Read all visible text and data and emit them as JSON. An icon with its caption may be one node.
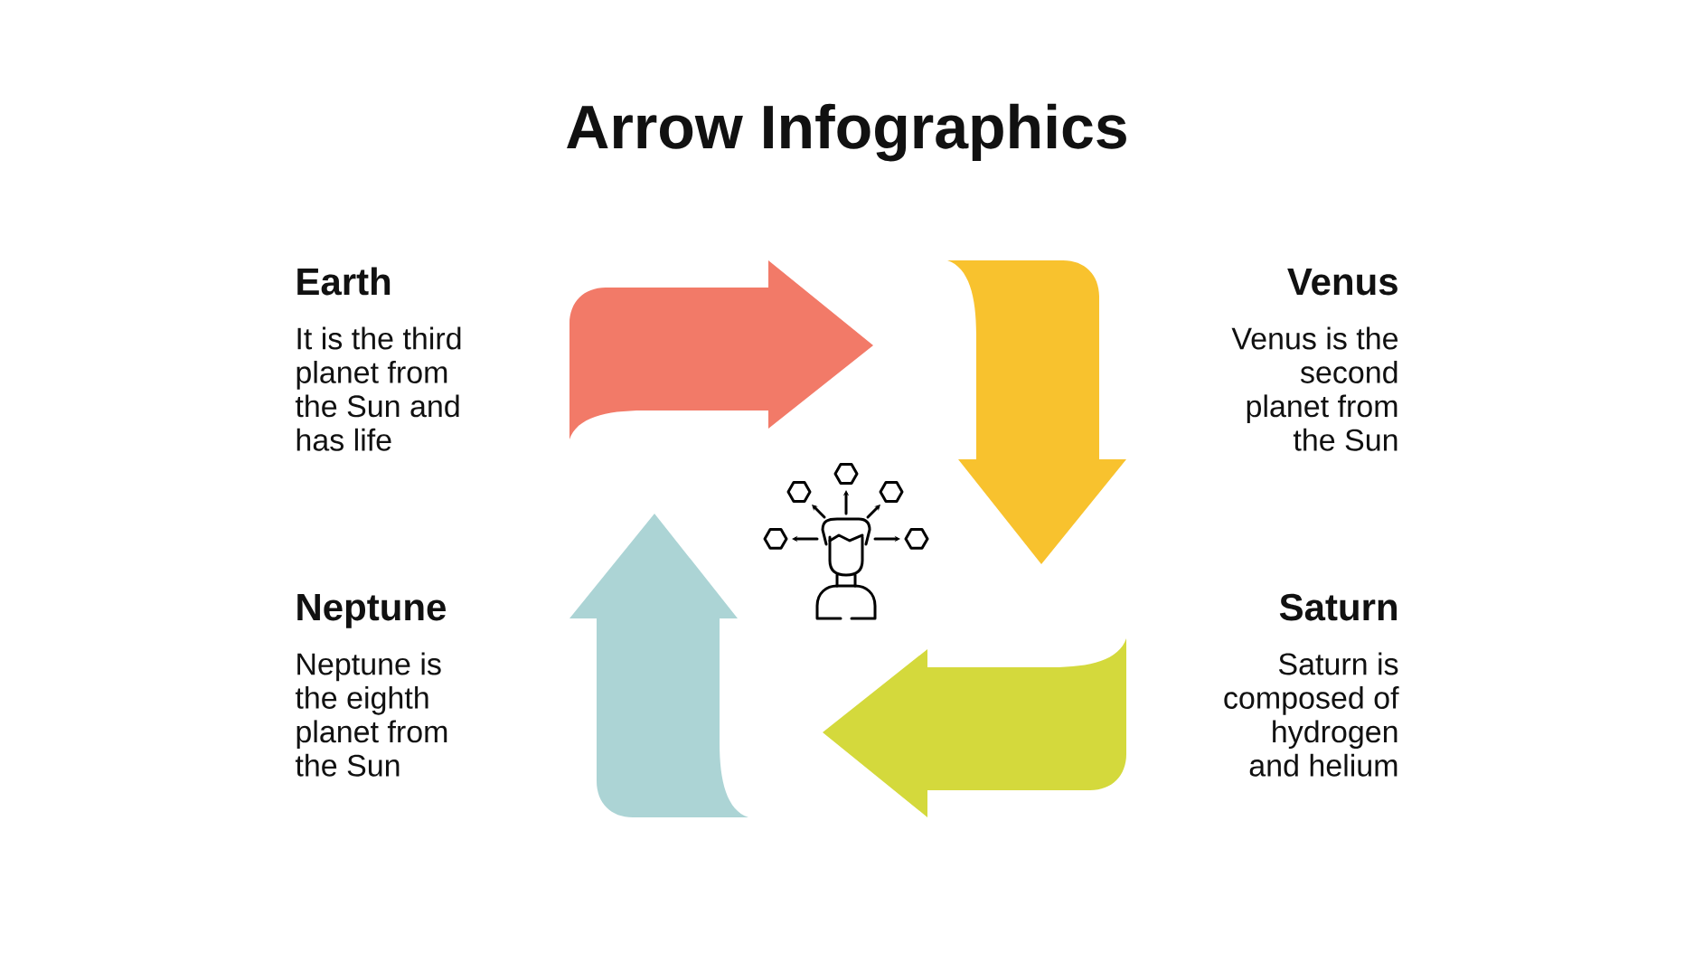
{
  "diagram": {
    "title": "Arrow Infographics",
    "nodes": [
      {
        "text": [],
        "shape": "arrow",
        "beside": [
          "Earth",
          "It is the third planet from the Sun and has life"
        ]
      },
      {
        "text": [],
        "shape": "arrow",
        "beside": [
          "Venus",
          "Venus is the second planet from the Sun"
        ]
      },
      {
        "text": [],
        "shape": "picture"
      },
      {
        "text": [],
        "shape": "arrow",
        "beside": [
          "Neptune",
          "Neptune is the eighth planet from the Sun"
        ]
      },
      {
        "text": [],
        "shape": "arrow",
        "beside": [
          "Saturn",
          "Saturn is composed of hydrogen and helium"
        ]
      }
    ]
  }
}
